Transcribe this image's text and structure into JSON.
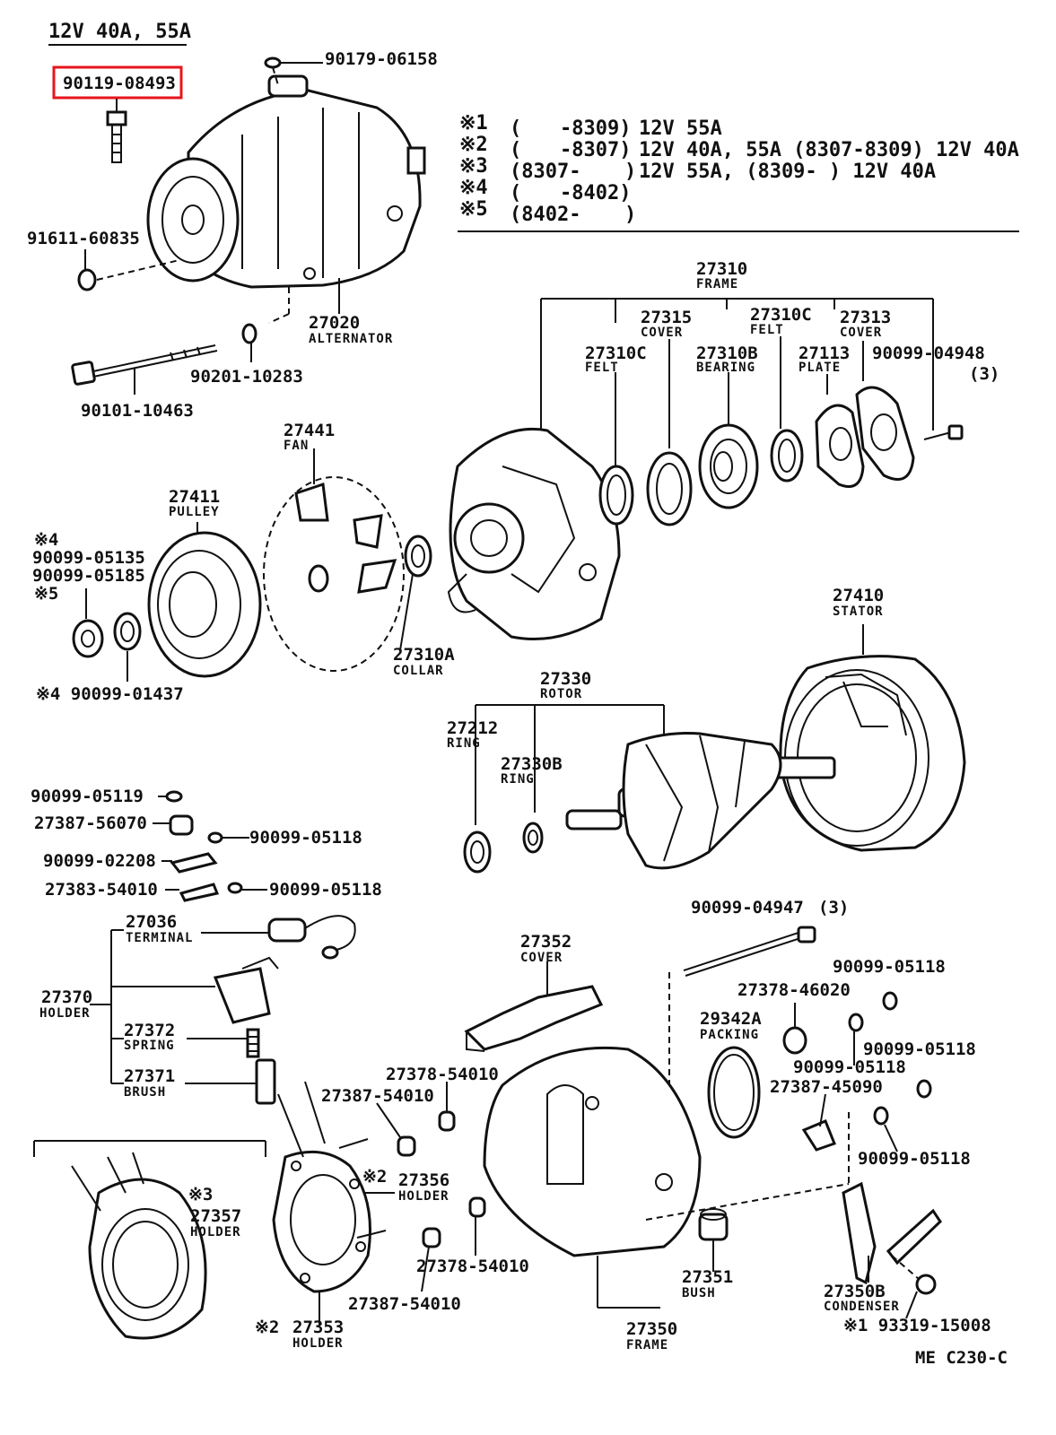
{
  "header": {
    "title": "12V 40A, 55A"
  },
  "highlight": {
    "part_no": "90119-08493",
    "color": "#e8141c"
  },
  "notes": [
    {
      "mark": "※1",
      "from": "(",
      "to": "-8309)",
      "desc": "12V  55A"
    },
    {
      "mark": "※2",
      "from": "(",
      "to": "-8307)",
      "desc": "12V  40A, 55A (8307-8309) 12V  40A"
    },
    {
      "mark": "※3",
      "from": "(8307-",
      "to": ")",
      "desc": "12V  55A, (8309-        ) 12V  40A"
    },
    {
      "mark": "※4",
      "from": "(",
      "to": "-8402)",
      "desc": ""
    },
    {
      "mark": "※5",
      "from": "(8402-",
      "to": ")",
      "desc": ""
    }
  ],
  "labels": {
    "p90179": "90179-06158",
    "p91611": "91611-60835",
    "p27020": "27020",
    "alternator": "ALTERNATOR",
    "p90201": "90201-10283",
    "p90101": "90101-10463",
    "p27310": "27310",
    "frame": "FRAME",
    "p27315": "27315",
    "cover": "COVER",
    "p27310c_a": "27310C",
    "felt": "FELT",
    "p27313": "27313",
    "p27310c_b": "27310C",
    "p27310b": "27310B",
    "bearing": "BEARING",
    "p27113": "27113",
    "plate": "PLATE",
    "p90099_04948": "90099-04948",
    "qty3": "(3)",
    "p27441": "27441",
    "fan": "FAN",
    "p27411": "27411",
    "pulley": "PULLEY",
    "mark4": "※4",
    "p90099_05135": "90099-05135",
    "p90099_05185": "90099-05185",
    "mark5": "※5",
    "p90099_01437": "※4 90099-01437",
    "p27310a": "27310A",
    "collar": "COLLAR",
    "p27410": "27410",
    "stator": "STATOR",
    "p27330": "27330",
    "rotor": "ROTOR",
    "p27212": "27212",
    "ring": "RING",
    "p27330b": "27330B",
    "p90099_05119": "90099-05119",
    "p27387_56070": "27387-56070",
    "p90099_05118": "90099-05118",
    "p90099_02208": "90099-02208",
    "p27383_54010": "27383-54010",
    "p27036": "27036",
    "terminal": "TERMINAL",
    "p27370": "27370",
    "holder": "HOLDER",
    "p27372": "27372",
    "spring": "SPRING",
    "p27371": "27371",
    "brush": "BRUSH",
    "p90099_04947": "90099-04947",
    "p27352": "27352",
    "p27378_46020": "27378-46020",
    "p29342a": "29342A",
    "packing": "PACKING",
    "p27378_54010": "27378-54010",
    "p27387_54010": "27387-54010",
    "p27387_45090": "27387-45090",
    "mark2": "※2",
    "p27356": "27356",
    "mark3": "※3",
    "p27357": "27357",
    "p27353": "27353",
    "p27351": "27351",
    "bush": "BUSH",
    "p27350": "27350",
    "p27350b": "27350B",
    "condenser": "CONDENSER",
    "p93319": "※1 93319-15008",
    "ref": "ME  C230-C"
  }
}
